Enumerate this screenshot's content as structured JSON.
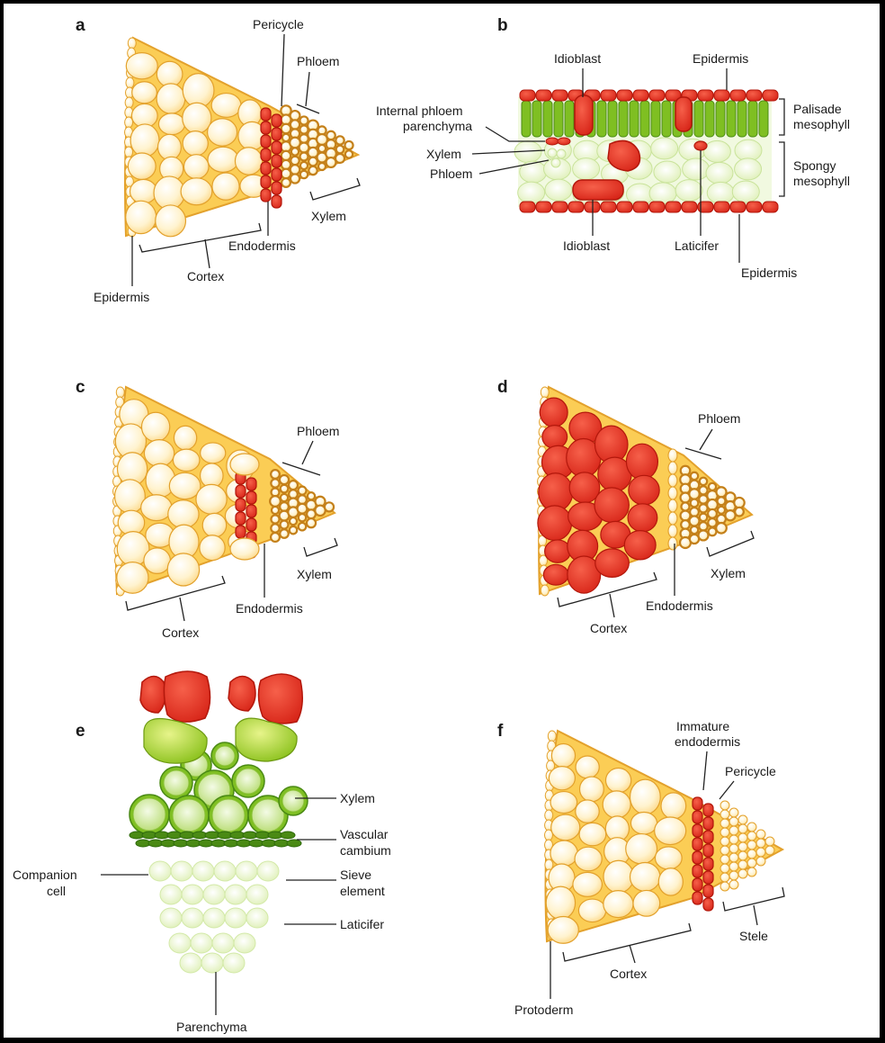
{
  "colors": {
    "yellow_fill": "#fff2cc",
    "yellow_stroke": "#e3a12c",
    "matrix": "#fbcd55",
    "red": "#e83a26",
    "red_stroke": "#b3180c",
    "green": "#7fbf22",
    "green_dark": "#4a8a14",
    "pale_green": "#eaf6cf",
    "line": "#222222"
  },
  "panels": {
    "a": {
      "letter": "a",
      "labels": {
        "pericycle": "Pericycle",
        "phloem": "Phloem",
        "xylem": "Xylem",
        "endodermis": "Endodermis",
        "cortex": "Cortex",
        "epidermis": "Epidermis"
      }
    },
    "b": {
      "letter": "b",
      "labels": {
        "idioblast_top": "Idioblast",
        "epidermis_top": "Epidermis",
        "internal_phloem_1": "Internal phloem",
        "internal_phloem_2": "parenchyma",
        "palisade_1": "Palisade",
        "palisade_2": "mesophyll",
        "xylem": "Xylem",
        "phloem": "Phloem",
        "spongy_1": "Spongy",
        "spongy_2": "mesophyll",
        "idioblast_bottom": "Idioblast",
        "laticifer": "Laticifer",
        "epidermis_bottom": "Epidermis"
      }
    },
    "c": {
      "letter": "c",
      "labels": {
        "phloem": "Phloem",
        "xylem": "Xylem",
        "endodermis": "Endodermis",
        "cortex": "Cortex"
      }
    },
    "d": {
      "letter": "d",
      "labels": {
        "phloem": "Phloem",
        "xylem": "Xylem",
        "endodermis": "Endodermis",
        "cortex": "Cortex"
      }
    },
    "e": {
      "letter": "e",
      "labels": {
        "xylem": "Xylem",
        "vascular_1": "Vascular",
        "vascular_2": "cambium",
        "companion_1": "Companion",
        "companion_2": "cell",
        "sieve_1": "Sieve",
        "sieve_2": "element",
        "laticifer": "Laticifer",
        "parenchyma": "Parenchyma"
      }
    },
    "f": {
      "letter": "f",
      "labels": {
        "immature_1": "Immature",
        "immature_2": "endodermis",
        "pericycle": "Pericycle",
        "stele": "Stele",
        "cortex": "Cortex",
        "protoderm": "Protoderm"
      }
    }
  }
}
